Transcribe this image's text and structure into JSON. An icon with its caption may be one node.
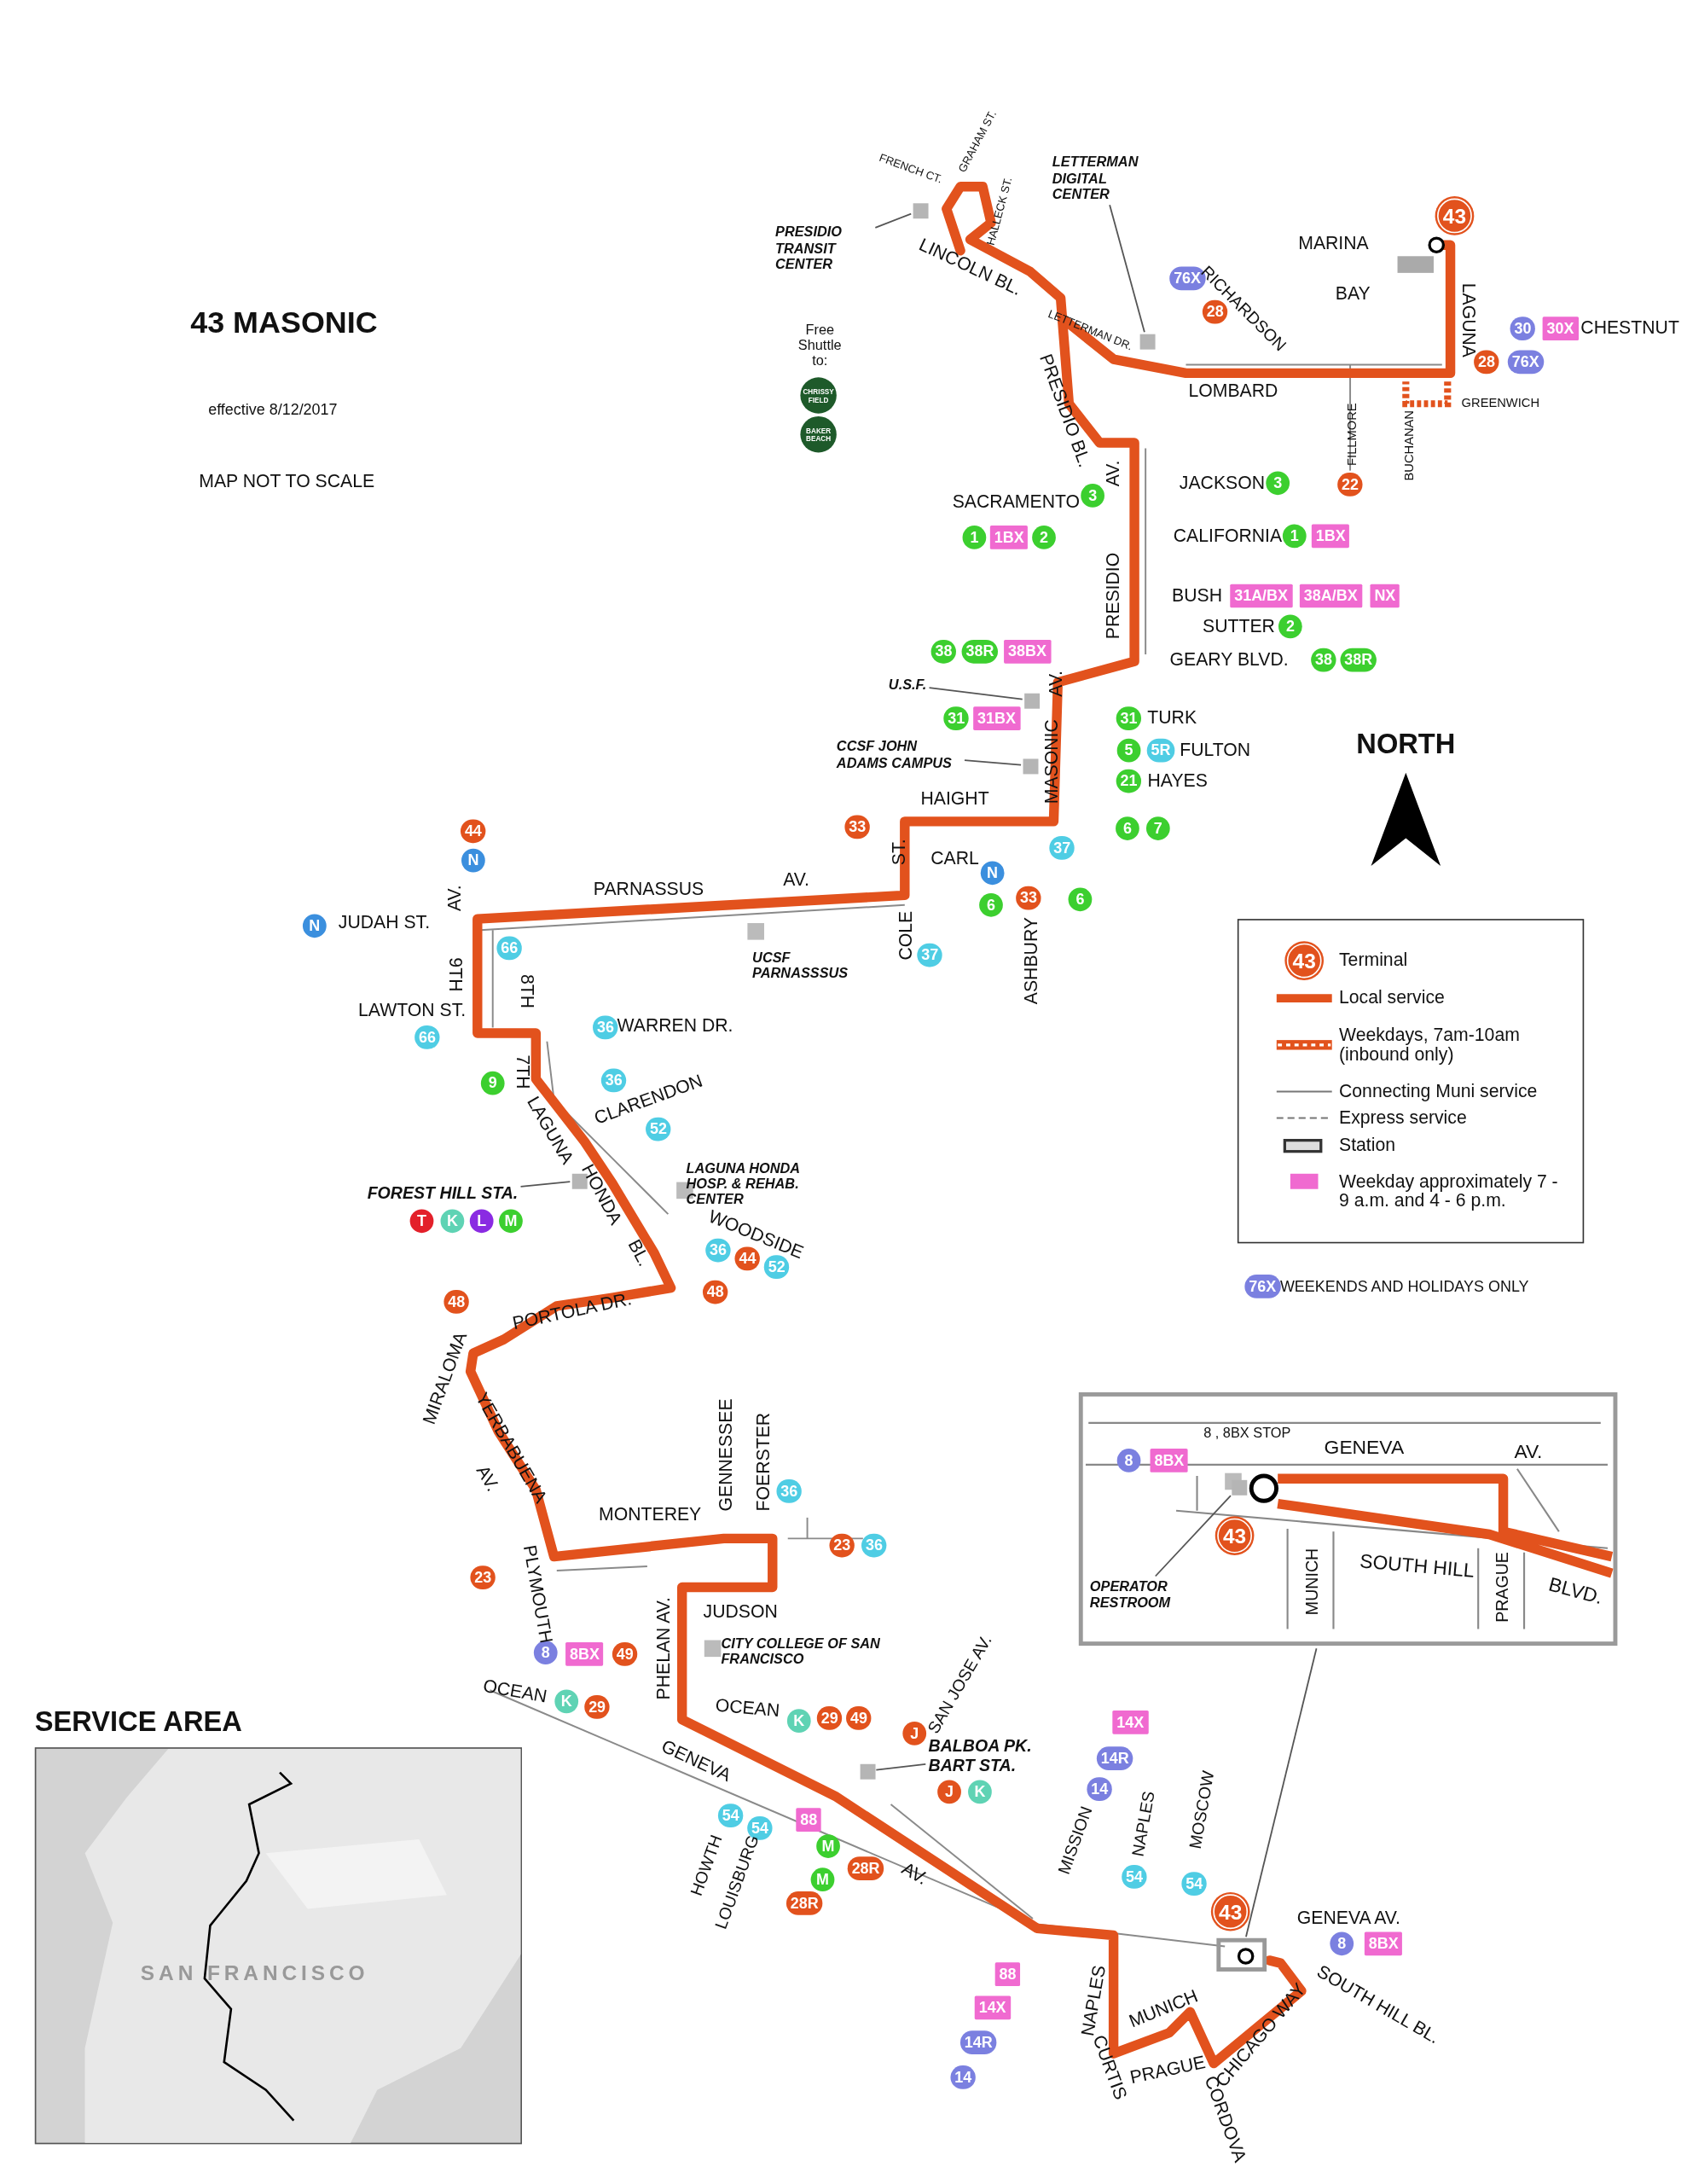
{
  "diagram": {
    "title": "43 MASONIC",
    "nodes": [
      {
        "text": [
          "PRESIDIO TRANSIT CENTER"
        ]
      },
      {
        "text": [],
        "shape": "box"
      },
      {
        "text": [
          "LETTERMAN DIGITAL CENTER"
        ]
      },
      {
        "text": [],
        "shape": "box"
      },
      {
        "text": [
          "CHRISSY FIELD"
        ]
      },
      {
        "text": [
          "BAKER BEACH"
        ]
      },
      {
        "text": [
          "U.S.F."
        ]
      },
      {
        "text": [],
        "shape": "box"
      },
      {
        "text": [
          "CCSF JOHN ADAMS CAMPUS"
        ]
      },
      {
        "text": [],
        "shape": "box"
      },
      {
        "text": [
          "FOREST HILL STA."
        ]
      },
      {
        "text": [],
        "shape": "box"
      },
      {
        "text": [
          "BALBOA PK. BART STA."
        ]
      },
      {
        "text": [],
        "shape": "box"
      },
      {
        "text": [
          "8 , 8BX STOP",
          "GENEVA",
          "AV.",
          "SOUTH HILL",
          "BLVD.",
          "MUNICH",
          "PRAGUE"
        ]
      },
      {
        "text": [
          "OPERATOR RESTROOM"
        ],
        "in": 14
      },
      {
        "text": [],
        "shape": "box",
        "in": 14
      },
      {
        "text": [],
        "shape": "box"
      },
      {
        "text": [
          "SERVICE AREA",
          "SAN FRANCISCO"
        ]
      },
      {
        "text": [
          "43"
        ]
      },
      {
        "text": [
          "76X"
        ]
      },
      {
        "text": [
          "28"
        ]
      },
      {
        "text": [
          "30"
        ]
      },
      {
        "text": [
          "30X"
        ]
      },
      {
        "text": [
          "28"
        ]
      },
      {
        "text": [
          "76X"
        ]
      },
      {
        "text": [
          "22"
        ]
      },
      {
        "text": [
          "3"
        ]
      },
      {
        "text": [
          "3"
        ]
      },
      {
        "text": [
          "1"
        ]
      },
      {
        "text": [
          "1BX"
        ]
      },
      {
        "text": [
          "2"
        ]
      },
      {
        "text": [
          "1"
        ]
      },
      {
        "text": [
          "1BX"
        ]
      },
      {
        "text": [
          "31A/BX"
        ]
      },
      {
        "text": [
          "38A/BX"
        ]
      },
      {
        "text": [
          "NX"
        ]
      },
      {
        "text": [
          "2"
        ]
      },
      {
        "text": [
          "38"
        ]
      },
      {
        "text": [
          "38R"
        ]
      },
      {
        "text": [
          "38BX"
        ]
      },
      {
        "text": [
          "38"
        ]
      },
      {
        "text": [
          "38R"
        ]
      },
      {
        "text": [
          "31"
        ]
      },
      {
        "text": [
          "31BX"
        ]
      },
      {
        "text": [
          "31"
        ]
      },
      {
        "text": [
          "5"
        ]
      },
      {
        "text": [
          "5R"
        ]
      },
      {
        "text": [
          "21"
        ]
      },
      {
        "text": [
          "33"
        ]
      },
      {
        "text": [
          "6"
        ]
      },
      {
        "text": [
          "7"
        ]
      },
      {
        "text": [
          "37"
        ]
      },
      {
        "text": [
          "N"
        ]
      },
      {
        "text": [
          "6"
        ]
      },
      {
        "text": [
          "33"
        ]
      },
      {
        "text": [
          "6"
        ]
      },
      {
        "text": [
          "37"
        ]
      },
      {
        "text": [
          "44"
        ]
      },
      {
        "text": [
          "N"
        ]
      },
      {
        "text": [
          "N"
        ]
      },
      {
        "text": [
          "66"
        ]
      },
      {
        "text": [
          "66"
        ]
      },
      {
        "text": [
          "36"
        ]
      },
      {
        "text": [
          "9"
        ]
      },
      {
        "text": [
          "36"
        ]
      },
      {
        "text": [
          "52"
        ]
      },
      {
        "text": [
          "T"
        ]
      },
      {
        "text": [
          "K"
        ]
      },
      {
        "text": [
          "L"
        ]
      },
      {
        "text": [
          "M"
        ]
      },
      {
        "text": [
          "36"
        ]
      },
      {
        "text": [
          "44"
        ]
      },
      {
        "text": [
          "52"
        ]
      },
      {
        "text": [
          "48"
        ]
      },
      {
        "text": [
          "48"
        ]
      },
      {
        "text": [
          "36"
        ]
      },
      {
        "text": [
          "23"
        ]
      },
      {
        "text": [
          "36"
        ]
      },
      {
        "text": [
          "23"
        ]
      },
      {
        "text": [
          "8"
        ]
      },
      {
        "text": [
          "8BX"
        ]
      },
      {
        "text": [
          "49"
        ]
      },
      {
        "text": [
          "K"
        ]
      },
      {
        "text": [
          "29"
        ]
      },
      {
        "text": [
          "K"
        ]
      },
      {
        "text": [
          "29"
        ]
      },
      {
        "text": [
          "49"
        ]
      },
      {
        "text": [
          "J"
        ]
      },
      {
        "text": [
          "J"
        ]
      },
      {
        "text": [
          "K"
        ]
      },
      {
        "text": [
          "14X"
        ]
      },
      {
        "text": [
          "14R"
        ]
      },
      {
        "text": [
          "14"
        ]
      },
      {
        "text": [
          "54"
        ]
      },
      {
        "text": [
          "54"
        ]
      },
      {
        "text": [
          "88"
        ]
      },
      {
        "text": [
          "M"
        ]
      },
      {
        "text": [
          "28R"
        ]
      },
      {
        "text": [
          "M"
        ]
      },
      {
        "text": [
          "28R"
        ]
      },
      {
        "text": [
          "54"
        ]
      },
      {
        "text": [
          "54"
        ]
      },
      {
        "text": [
          "43"
        ]
      },
      {
        "text": [
          "8"
        ]
      },
      {
        "text": [
          "8BX"
        ]
      },
      {
        "text": [
          "88"
        ]
      },
      {
        "text": [
          "14X"
        ]
      },
      {
        "text": [
          "14R"
        ]
      },
      {
        "text": [
          "14"
        ]
      },
      {
        "text": [
          "8"
        ],
        "in": 14
      },
      {
        "text": [
          "8BX"
        ],
        "in": 14
      },
      {
        "text": [
          "43"
        ],
        "in": 14
      },
      {
        "text": [
          "43"
        ]
      },
      {
        "text": [
          "76X"
        ]
      }
    ],
    "edges": [
      {
        "from": 0,
        "to": 1,
        "arrow": "none"
      },
      {
        "from": 2,
        "to": 3,
        "arrow": "none"
      },
      {
        "from": 6,
        "to": 7,
        "arrow": "none"
      },
      {
        "from": 8,
        "to": 9,
        "arrow": "none"
      },
      {
        "from": 10,
        "to": 11,
        "arrow": "none"
      },
      {
        "from": 12,
        "to": 13,
        "arrow": "none"
      },
      {
        "from": 15,
        "to": 16,
        "arrow": "none"
      },
      {
        "from": 14,
        "to": 17,
        "arrow": "none"
      }
    ],
    "labels": [
      "effective 8/12/2017",
      "MAP NOT TO SCALE",
      "FRENCH CT.",
      "GRAHAM ST.",
      "HALLECK ST.",
      "Free Shuttle to:",
      "MARINA",
      "BAY",
      "LINCOLN BL.",
      "LETTERMAN DR.",
      "RICHARDSON",
      "LAGUNA",
      "CHESTNUT",
      "LOMBARD",
      "GREENWICH",
      "PRESIDIO BL.",
      "FILLMORE",
      "BUCHANAN",
      "AV.",
      "JACKSON",
      "SACRAMENTO",
      "CALIFORNIA",
      "PRESIDIO",
      "BUSH",
      "SUTTER",
      "GEARY BLVD.",
      "NORTH",
      "AV.",
      "TURK",
      "MASONIC",
      "FULTON",
      "HAYES",
      "HAIGHT",
      "ST.",
      "CARL",
      "PARNASSUS",
      "AV.",
      "JUDAH ST.",
      "AV.",
      "9TH",
      "8TH",
      "UCSF PARNASSSUS",
      "COLE",
      "ASHBURY",
      "LAWTON ST.",
      "WARREN DR.",
      "7TH",
      "CLARENDON",
      "LAGUNA",
      "LAGUNA HONDA HOSP. & REHAB. CENTER",
      "HONDA",
      "WOODSIDE",
      "BL.",
      "PORTOLA DR.",
      "MIRALOMA",
      "YERBABUENA",
      "AV.",
      "GENNESSEE",
      "FOERSTER",
      "MONTEREY",
      "PLYMOUTH",
      "JUDSON",
      "PHELAN AV.",
      "CITY COLLEGE OF SAN FRANCISCO",
      "SAN JOSE AV.",
      "OCEAN",
      "OCEAN",
      "GENEVA",
      "MISSION",
      "NAPLES",
      "MOSCOW",
      "HOWTH",
      "LOUISBURG",
      "AV.",
      "GENEVA AV.",
      "NAPLES",
      "MUNICH",
      "SOUTH HILL BL.",
      "CHICAGO WAY",
      "CURTIS",
      "PRAGUE",
      "CORDOVA",
      "WEEKENDS AND HOLIDAYS ONLY"
    ],
    "legend": [
      {
        "text": "Terminal"
      },
      {
        "text": "Local service"
      },
      {
        "text": "Weekdays, 7am-10am (inbound only)"
      },
      {
        "text": "Connecting Muni service"
      },
      {
        "text": "Express service"
      },
      {
        "text": "Station"
      },
      {
        "text": "Weekday approximately 7 - 9 a.m. and 4 - 6 p.m.",
        "color": "#f06ad0"
      }
    ]
  }
}
